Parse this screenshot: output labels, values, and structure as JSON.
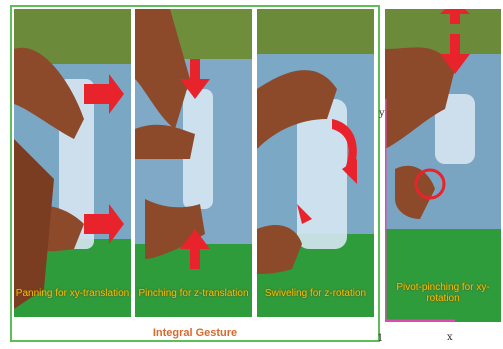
{
  "panels": [
    {
      "id": "p1",
      "caption": "Panning for xy-translation"
    },
    {
      "id": "p2",
      "caption": "Pinching for z-translation"
    },
    {
      "id": "p3",
      "caption": "Swiveling for z-rotation"
    },
    {
      "id": "p4",
      "caption": "Pivot-pinching for xy-rotation"
    }
  ],
  "group_caption": "Integral Gesture",
  "axes": {
    "y": "y",
    "x": "x",
    "origin": "1"
  },
  "colors": {
    "frame": "#5cbf58",
    "caption": "#f2c000",
    "arrow": "#e8232b",
    "group_caption": "#d9692c"
  }
}
